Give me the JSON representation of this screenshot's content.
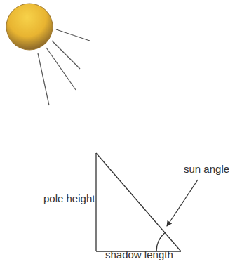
{
  "diagram": {
    "labels": [
      "pole height",
      "sun angle",
      "shadow length"
    ]
  }
}
